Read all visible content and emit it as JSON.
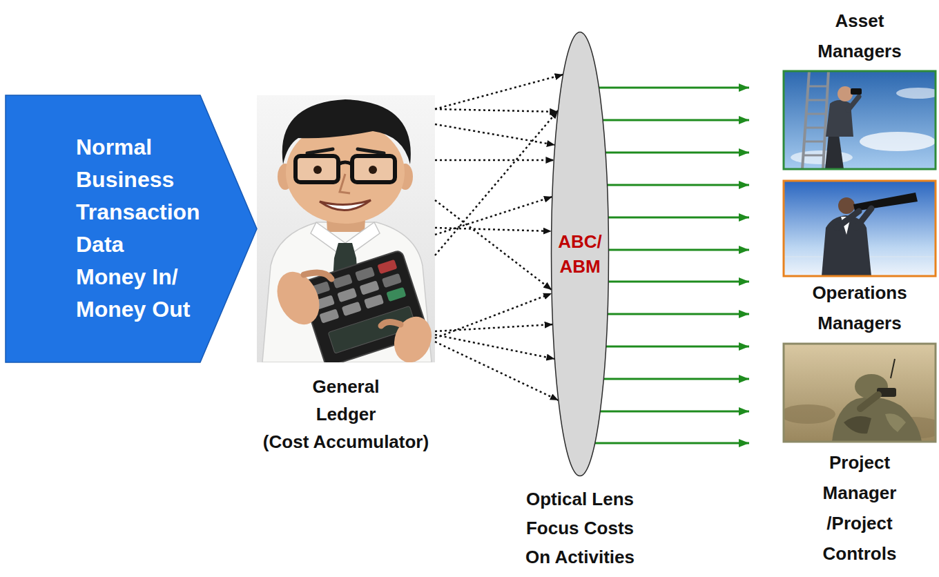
{
  "diagram": {
    "nodes": [
      {
        "text": [
          "Normal Business Transaction Data",
          "Money In/ Money Out"
        ]
      },
      {
        "text": [
          "General Ledger",
          "(Cost Accumulator)"
        ]
      },
      {
        "text": [
          "ABC/ ABM",
          "Optical Lens Focus Costs On Activities"
        ]
      },
      {
        "text": [
          "Asset Managers"
        ]
      },
      {
        "text": [
          "Operations Managers"
        ]
      },
      {
        "text": [
          "Project Manager /Project Controls"
        ]
      }
    ],
    "edges": [
      {
        "from": 1,
        "to": 2,
        "arrow": "to"
      },
      {
        "from": 1,
        "to": 2,
        "arrow": "to"
      },
      {
        "from": 1,
        "to": 2,
        "arrow": "to"
      },
      {
        "from": 1,
        "to": 2,
        "arrow": "to"
      },
      {
        "from": 1,
        "to": 2,
        "arrow": "to"
      },
      {
        "from": 1,
        "to": 2,
        "arrow": "to"
      },
      {
        "from": 1,
        "to": 2,
        "arrow": "to"
      },
      {
        "from": 1,
        "to": 2,
        "arrow": "to"
      },
      {
        "from": 1,
        "to": 2,
        "arrow": "to"
      },
      {
        "from": 1,
        "to": 2,
        "arrow": "to"
      },
      {
        "from": 1,
        "to": 2,
        "arrow": "to"
      },
      {
        "from": 1,
        "to": 2,
        "arrow": "to"
      },
      {
        "from": 2,
        "to": 3,
        "arrow": "to"
      },
      {
        "from": 2,
        "to": 3,
        "arrow": "to"
      },
      {
        "from": 2,
        "to": 3,
        "arrow": "to"
      },
      {
        "from": 2,
        "to": 4,
        "arrow": "to"
      },
      {
        "from": 2,
        "to": 4,
        "arrow": "to"
      },
      {
        "from": 2,
        "to": 4,
        "arrow": "to"
      },
      {
        "from": 2,
        "to": 4,
        "arrow": "to"
      },
      {
        "from": 2,
        "to": 4,
        "arrow": "to"
      },
      {
        "from": 2,
        "to": 5,
        "arrow": "to"
      },
      {
        "from": 2,
        "to": 5,
        "arrow": "to"
      },
      {
        "from": 2,
        "to": 5,
        "arrow": "to"
      },
      {
        "from": 2,
        "to": 5,
        "arrow": "to"
      }
    ]
  }
}
